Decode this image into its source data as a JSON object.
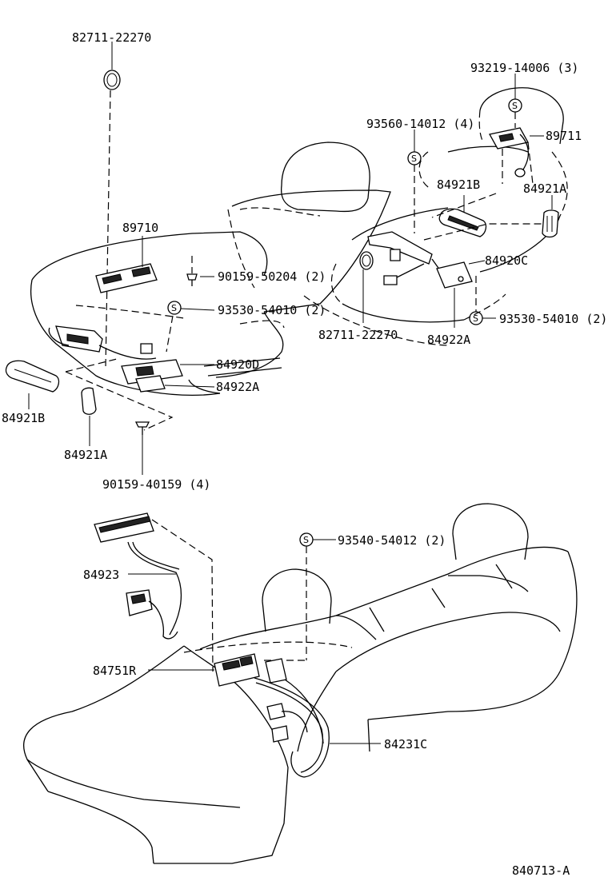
{
  "labels": {
    "l_82711_top": "82711-22270",
    "l_93219": "93219-14006 (3)",
    "l_93560": "93560-14012 (4)",
    "l_89711": "89711",
    "l_84921B_r": "84921B",
    "l_84921A_r": "84921A",
    "l_89710": "89710",
    "l_84920C": "84920C",
    "l_90159_50204": "90159-50204 (2)",
    "l_93530_l": "93530-54010 (2)",
    "l_82711_mid": "82711-22270",
    "l_84922A_r": "84922A",
    "l_93530_r": "93530-54010 (2)",
    "l_84920D": "84920D",
    "l_84922A_l": "84922A",
    "l_84921B_l": "84921B",
    "l_84921A_l": "84921A",
    "l_90159_40159": "90159-40159 (4)",
    "l_93540": "93540-54012 (2)",
    "l_84923": "84923",
    "l_84751R": "84751R",
    "l_84231C": "84231C",
    "l_ref": "840713-A"
  },
  "badge_letter": "S"
}
